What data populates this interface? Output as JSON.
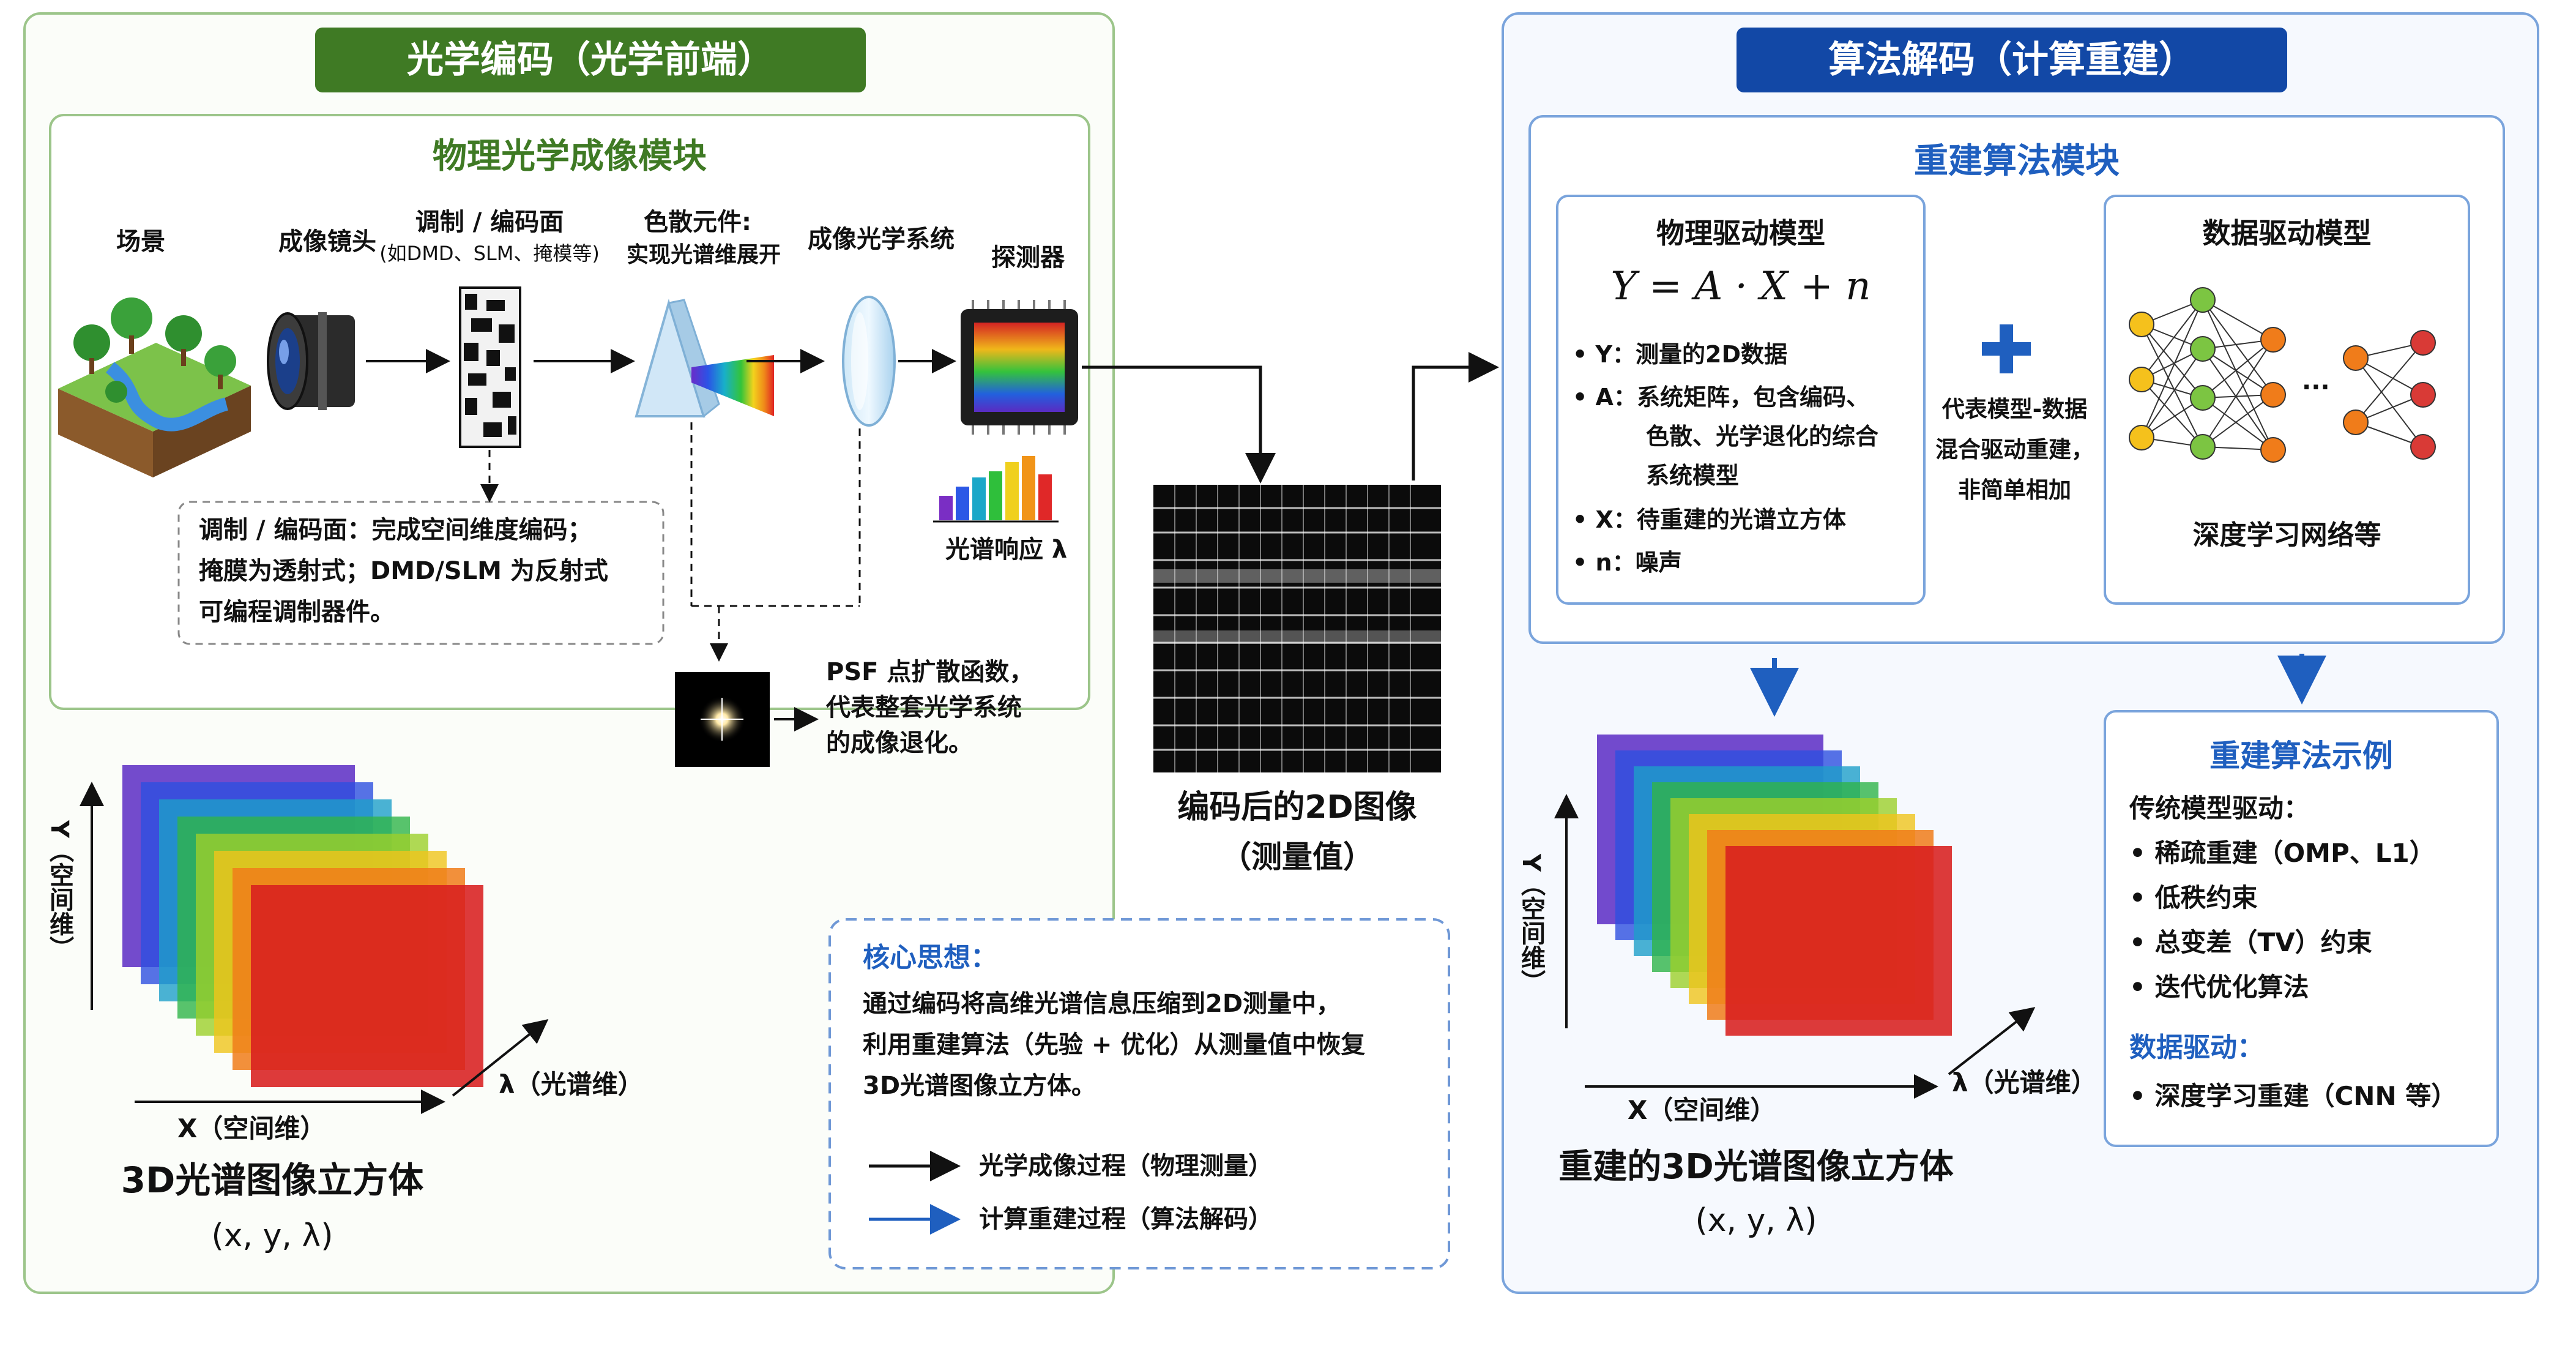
{
  "left": {
    "banner": "光学编码（光学前端）",
    "module_title": "物理光学成像模块",
    "components": [
      {
        "label": "场景"
      },
      {
        "label": "成像镜头"
      },
      {
        "label": "调制 / 编码面",
        "sub": "(如DMD、SLM、掩模等)"
      },
      {
        "label": "色散元件:",
        "sub": "实现光谱维展开"
      },
      {
        "label": "成像光学系统"
      },
      {
        "label": "探测器"
      }
    ],
    "spectral_response": "光谱响应 λ",
    "mask_note": [
      "调制 / 编码面：完成空间维度编码；",
      "掩膜为透射式；DMD/SLM 为反射式",
      "可编程调制器件。"
    ],
    "psf_note": [
      "PSF 点扩散函数，",
      "代表整套光学系统",
      "的成像退化。"
    ],
    "cube": {
      "y_axis": "Y（空间维）",
      "x_axis": "X（空间维）",
      "l_axis": "λ（光谱维）",
      "title": "3D光谱图像立方体",
      "subtitle": "(x, y, λ)"
    }
  },
  "middle": {
    "measurement_title": "编码后的2D图像",
    "measurement_sub": "（测量值）",
    "core_title": "核心思想：",
    "core_text": [
      "通过编码将高维光谱信息压缩到2D测量中，",
      "利用重建算法（先验 + 优化）从测量值中恢复",
      "3D光谱图像立方体。"
    ],
    "legend": [
      {
        "label": "光学成像过程（物理测量）",
        "color": "#111111"
      },
      {
        "label": "计算重建过程（算法解码）",
        "color": "#1f5fbf"
      }
    ]
  },
  "right": {
    "banner": "算法解码（计算重建）",
    "module_title": "重建算法模块",
    "physics_title": "物理驱动模型",
    "equation": "Y = A · X + n",
    "physics_items": [
      "Y：测量的2D数据",
      "A：系统矩阵，包含编码、",
      "色散、光学退化的综合",
      "系统模型",
      "X：待重建的光谱立方体",
      "n：噪声"
    ],
    "plus_note": [
      "代表模型-数据",
      "混合驱动重建，",
      "非简单相加"
    ],
    "data_title": "数据驱动模型",
    "data_caption": "深度学习网络等",
    "ellipsis": "···",
    "examples_title": "重建算法示例",
    "traditional_title": "传统模型驱动：",
    "traditional_items": [
      "稀疏重建（OMP、L1）",
      "低秩约束",
      "总变差（TV）约束",
      "迭代优化算法"
    ],
    "data_driven_title": "数据驱动：",
    "data_driven_items": [
      "深度学习重建（CNN 等）"
    ],
    "cube": {
      "y_axis": "Y（空间维）",
      "x_axis": "X（空间维）",
      "l_axis": "λ（光谱维）",
      "title": "重建的3D光谱图像立方体",
      "subtitle": "(x, y, λ)"
    }
  },
  "colors": {
    "green_banner": "#3f7a24",
    "green_border": "#9cc58a",
    "blue_banner": "#1248a6",
    "blue_border": "#7aa4dc",
    "blue_arrow": "#1f5fbf"
  }
}
